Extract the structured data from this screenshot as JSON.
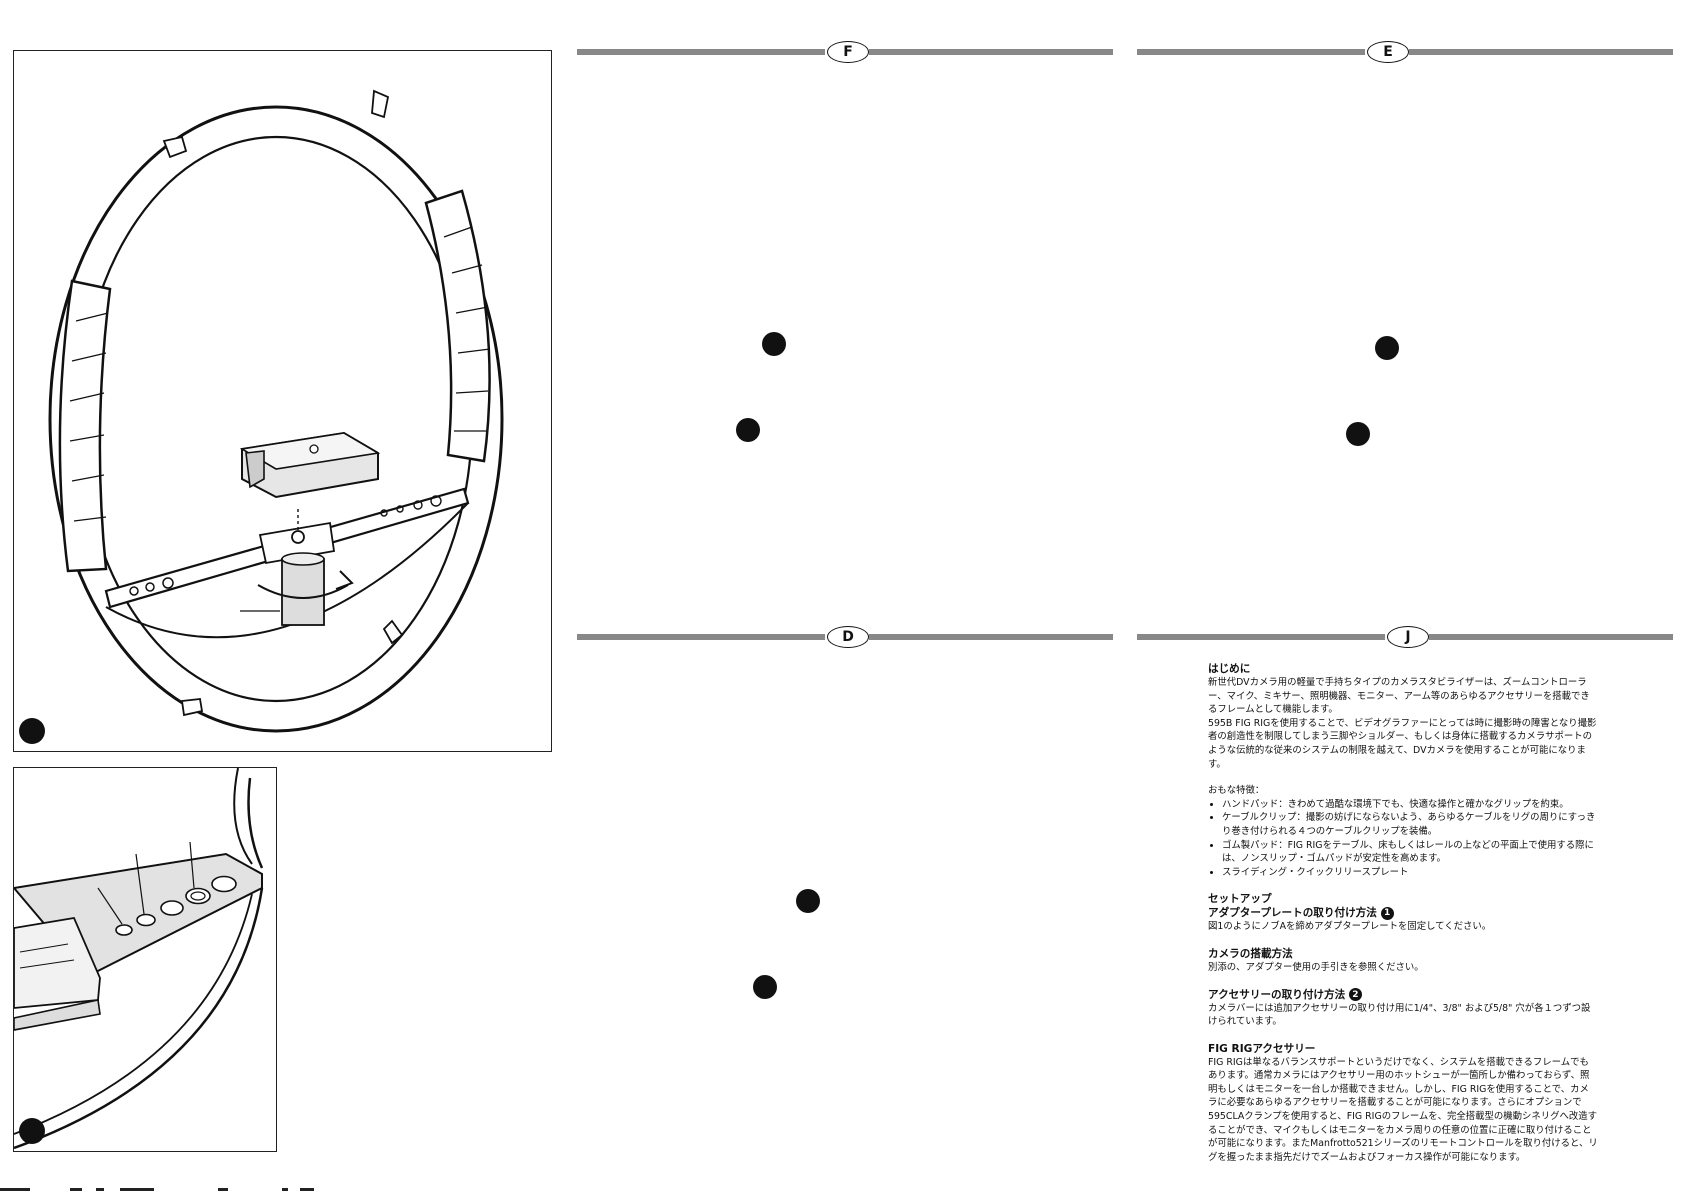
{
  "figures": [
    {
      "number": ""
    },
    {
      "number": ""
    }
  ],
  "sections": [
    {
      "letter": "F"
    },
    {
      "letter": "E"
    },
    {
      "letter": "D"
    },
    {
      "letter": "J"
    }
  ],
  "japanese": {
    "intro_title": "はじめに",
    "intro_p1": "新世代DVカメラ用の軽量で手持ちタイプのカメラスタビライザーは、ズームコントローラー、マイク、ミキサー、照明機器、モニター、アーム等のあらゆるアクセサリーを搭載できるフレームとして機能します。",
    "intro_p2": "595B FIG RIGを使用することで、ビデオグラファーにとっては時に撮影時の障害となり撮影者の創造性を制限してしまう三脚やショルダー、もしくは身体に搭載するカメラサポートのような伝統的な従来のシステムの制限を越えて、DVカメラを使用することが可能になります。",
    "features_title": "おもな特徴：",
    "features": [
      "ハンドパッド：きわめて過酷な環境下でも、快適な操作と確かなグリップを約束。",
      "ケーブルクリップ：撮影の妨げにならないよう、あらゆるケーブルをリグの周りにすっきり巻き付けられる４つのケーブルクリップを装備。",
      "ゴム製パッド：FIG RIGをテーブル、床もしくはレールの上などの平面上で使用する際には、ノンスリップ・ゴムパッドが安定性を高めます。",
      "スライディング・クイックリリースプレート"
    ],
    "setup_title": "セットアップ",
    "adapter_title": "アダプタープレートの取り付け方法",
    "adapter_num": "1",
    "adapter_text": "図1のようにノブAを締めアダプタープレートを固定してください。",
    "camera_title": "カメラの搭載方法",
    "camera_text": "別添の、アダプター使用の手引きを参照ください。",
    "accessory_title": "アクセサリーの取り付け方法",
    "accessory_num": "2",
    "accessory_text": "カメラバーには追加アクセサリーの取り付け用に1/4\"、3/8\" および5/8\" 穴が各１つずつ設けられています。",
    "figrig_title": "FIG RIGアクセサリー",
    "figrig_text": "FIG RIGは単なるバランスサポートというだけでなく、システムを搭載できるフレームでもあります。通常カメラにはアクセサリー用のホットシューが一箇所しか備わっておらず、照明もしくはモニターを一台しか搭載できません。しかし、FIG RIGを使用することで、カメラに必要なあらゆるアクセサリーを搭載することが可能になります。さらにオプションで595CLAクランプを使用すると、FIG RIGのフレームを、完全搭載型の機動シネリグへ改造することができ、マイクもしくはモニターをカメラ周りの任意の位置に正確に取り付けることが可能になります。またManfrotto521シリーズのリモートコントロールを取り付けると、リグを握ったまま指先だけでズームおよびフォーカス操作が可能になります。"
  }
}
